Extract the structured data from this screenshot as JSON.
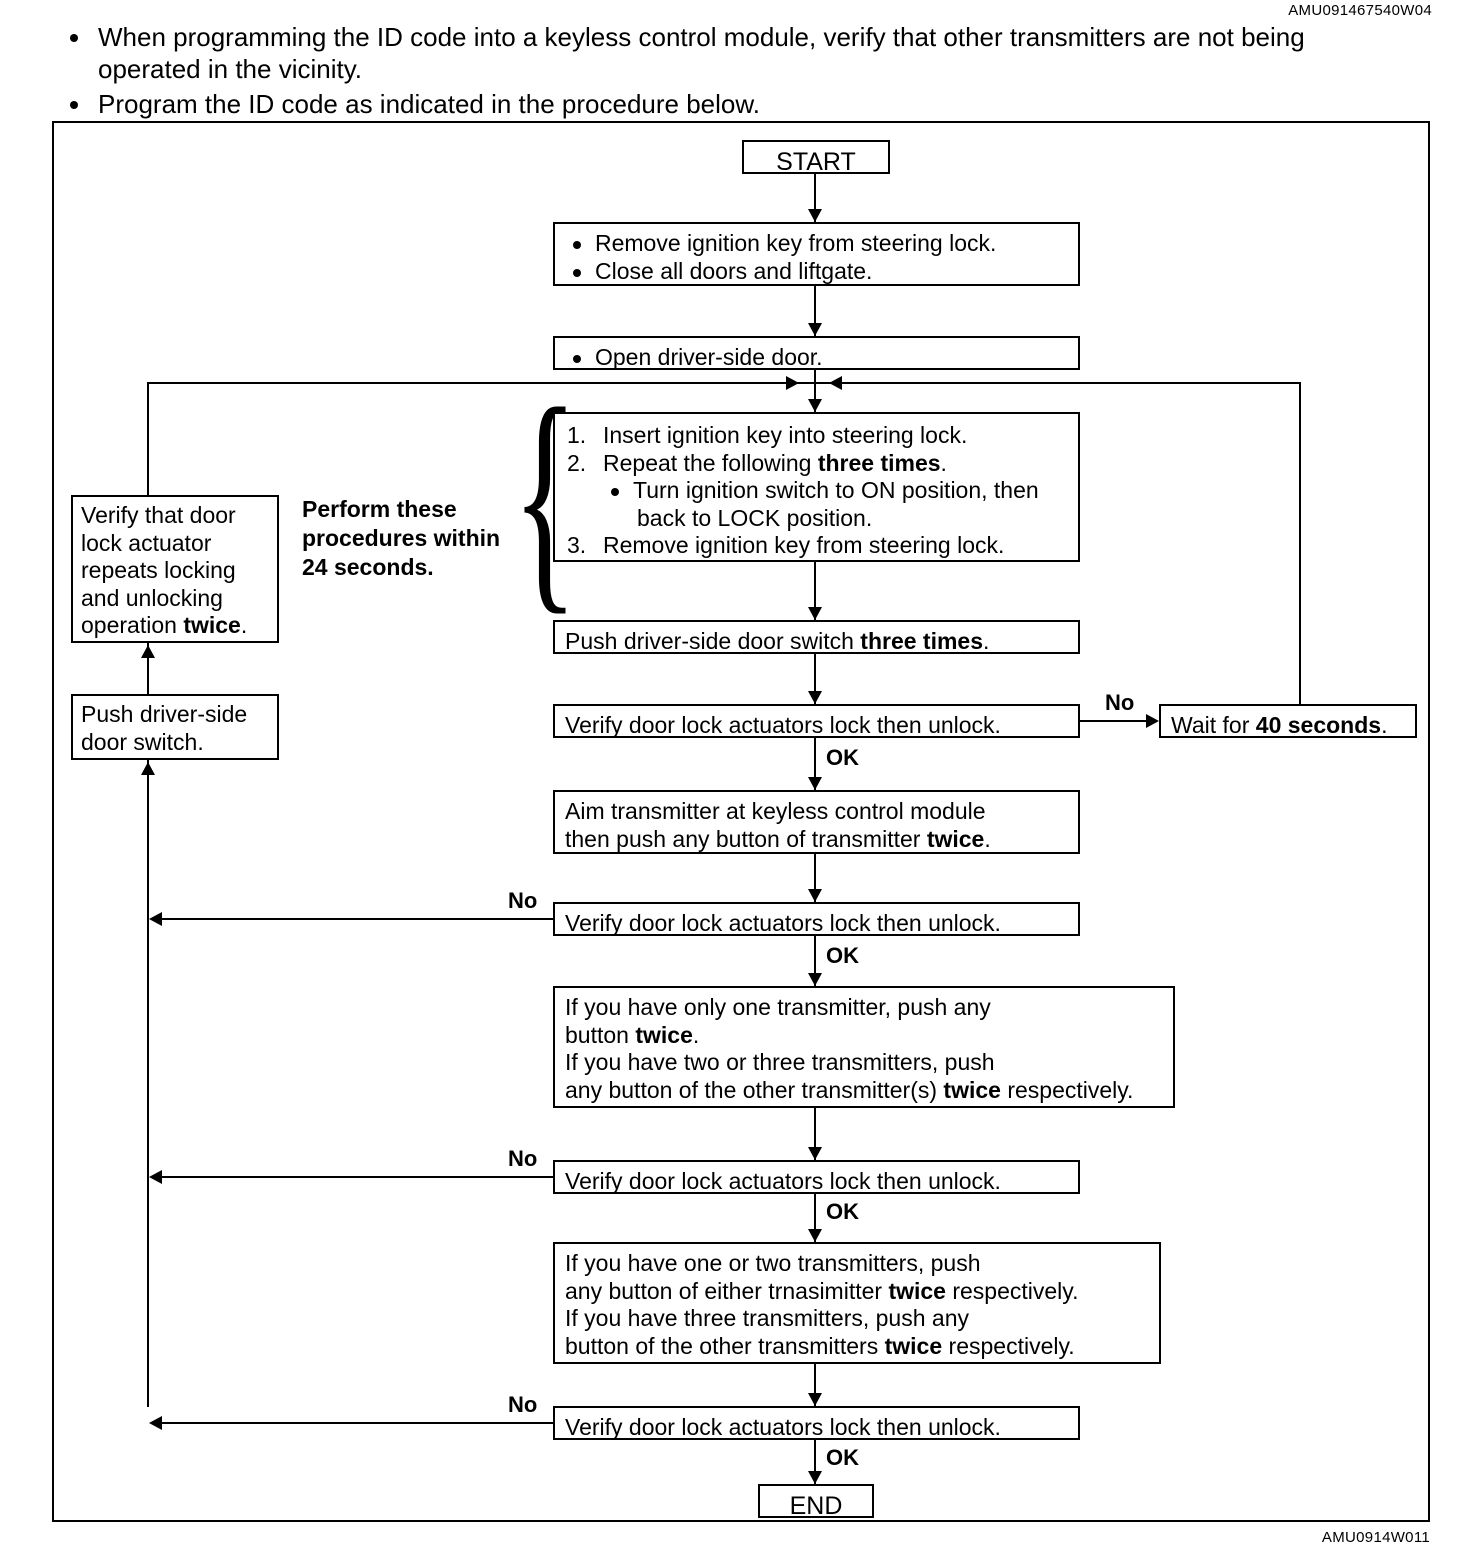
{
  "doc_codes": {
    "top_right": "AMU091467540W04",
    "bottom_right": "AMU0914W011"
  },
  "notes": [
    "When programming the ID code into a keyless control module, verify that other transmitters are not being operated in the vicinity.",
    "Program the ID code as indicated in the procedure below."
  ],
  "flow": {
    "start_label": "START",
    "end_label": "END",
    "step_prep": {
      "b1": "Remove ignition key from steering lock.",
      "b2": "Close all doors and liftgate."
    },
    "step_open_door": {
      "b1": "Open driver-side door."
    },
    "step_ignition": {
      "n1_num": "1.",
      "n1": "Insert ignition key into steering lock.",
      "n2_num": "2.",
      "n2_a": "Repeat the following ",
      "n2_b": "three times",
      "n2_c": ".",
      "sub_a": "Turn ignition switch to ON position, then",
      "sub_b": "back to LOCK position.",
      "n3_num": "3.",
      "n3": "Remove ignition key from steering lock."
    },
    "step_push_switch_3x": {
      "a": "Push driver-side door switch ",
      "b": "three times",
      "c": "."
    },
    "verify_1": "Verify door lock actuators lock then unlock.",
    "verify_2": "Verify door lock actuators lock then unlock.",
    "verify_3": "Verify door lock actuators lock then unlock.",
    "verify_4": "Verify door lock actuators lock then unlock.",
    "wait_box": {
      "a": "Wait for ",
      "b": "40 seconds",
      "c": "."
    },
    "step_aim": {
      "l1": "Aim transmitter at keyless control module",
      "l2_a": "then push any button of transmitter ",
      "l2_b": "twice",
      "l2_c": "."
    },
    "step_transmitters_a": {
      "l1": "If you have only one transmitter, push any",
      "l2_a": "button ",
      "l2_b": "twice",
      "l2_c": ".",
      "l3": "If you have two or three transmitters, push",
      "l4_a": "any button of the other transmitter(s) ",
      "l4_b": "twice",
      "l4_c": " respectively."
    },
    "step_transmitters_b": {
      "l1": "If you have one or two transmitters, push",
      "l2_a": "any button of either trnasimitter ",
      "l2_b": "twice",
      "l2_c": " respectively.",
      "l3": "If you have three transmitters, push any",
      "l4_a": "button of the other transmitters ",
      "l4_b": "twice",
      "l4_c": " respectively."
    },
    "loop_verify_actuator": {
      "l1": "Verify that door",
      "l2": "lock actuator",
      "l3": "repeats locking",
      "l4": "and unlocking",
      "l5_a": "operation ",
      "l5_b": "twice",
      "l5_c": "."
    },
    "loop_push_switch": {
      "l1": "Push driver-side",
      "l2": "door switch."
    },
    "side_note": {
      "l1": "Perform these",
      "l2": "procedures within",
      "l3": "24 seconds."
    },
    "labels": {
      "no_1": "No",
      "no_2": "No",
      "no_3": "No",
      "no_4": "No",
      "ok_1": "OK",
      "ok_2": "OK",
      "ok_3": "OK",
      "ok_4": "OK"
    }
  },
  "colors": {
    "ink": "#000000",
    "paper": "#ffffff"
  }
}
